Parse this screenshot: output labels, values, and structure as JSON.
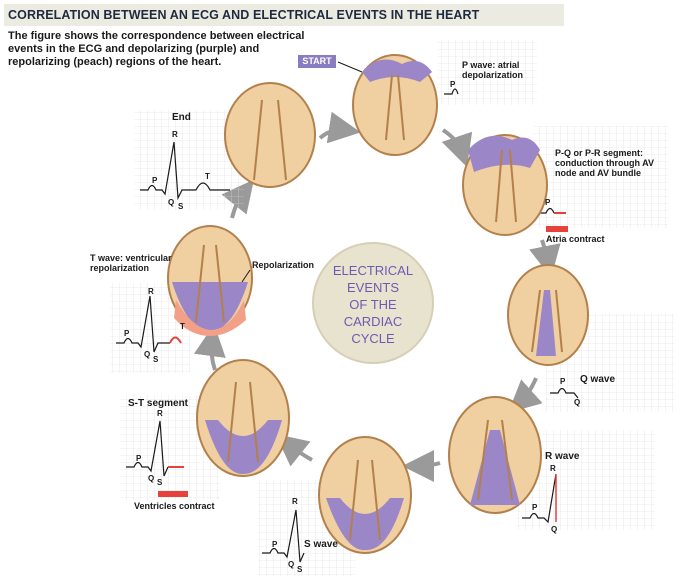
{
  "title": "CORRELATION BETWEEN AN ECG AND ELECTRICAL EVENTS IN THE HEART",
  "intro": "The figure shows the correspondence between electrical events in the ECG and depolarizing (purple) and repolarizing (peach) regions of the heart.",
  "start": "START",
  "center": [
    "ELECTRICAL",
    "EVENTS",
    "OF THE",
    "CARDIAC",
    "CYCLE"
  ],
  "labels": {
    "p_wave": "P wave: atrial depolarization",
    "pq_segment": "P-Q or P-R segment: conduction through AV node and AV bundle",
    "atria_contract": "Atria contract",
    "q_wave": "Q wave",
    "r_wave": "R wave",
    "s_wave": "S wave",
    "st_segment": "S-T segment",
    "ventricles_contract": "Ventricles contract",
    "t_wave": "T wave: ventricular repolarization",
    "repolarization": "Repolarization",
    "end": "End"
  },
  "ecg_letters": {
    "p": "P",
    "q": "Q",
    "r": "R",
    "s": "S",
    "t": "T"
  },
  "colors": {
    "title_bg": "#ecebe2",
    "title_text": "#1e2a3e",
    "heart_fill": "#f0cfa1",
    "heart_stroke": "#b3804c",
    "depolarized": "#9b86c7",
    "repolarized": "#f3a088",
    "ecg_red": "#e8413c",
    "grid": "#d9d9d9",
    "center_circle": "#e8e3cf",
    "center_text": "#6b5bb2",
    "arrow": "#9a9a9a"
  }
}
